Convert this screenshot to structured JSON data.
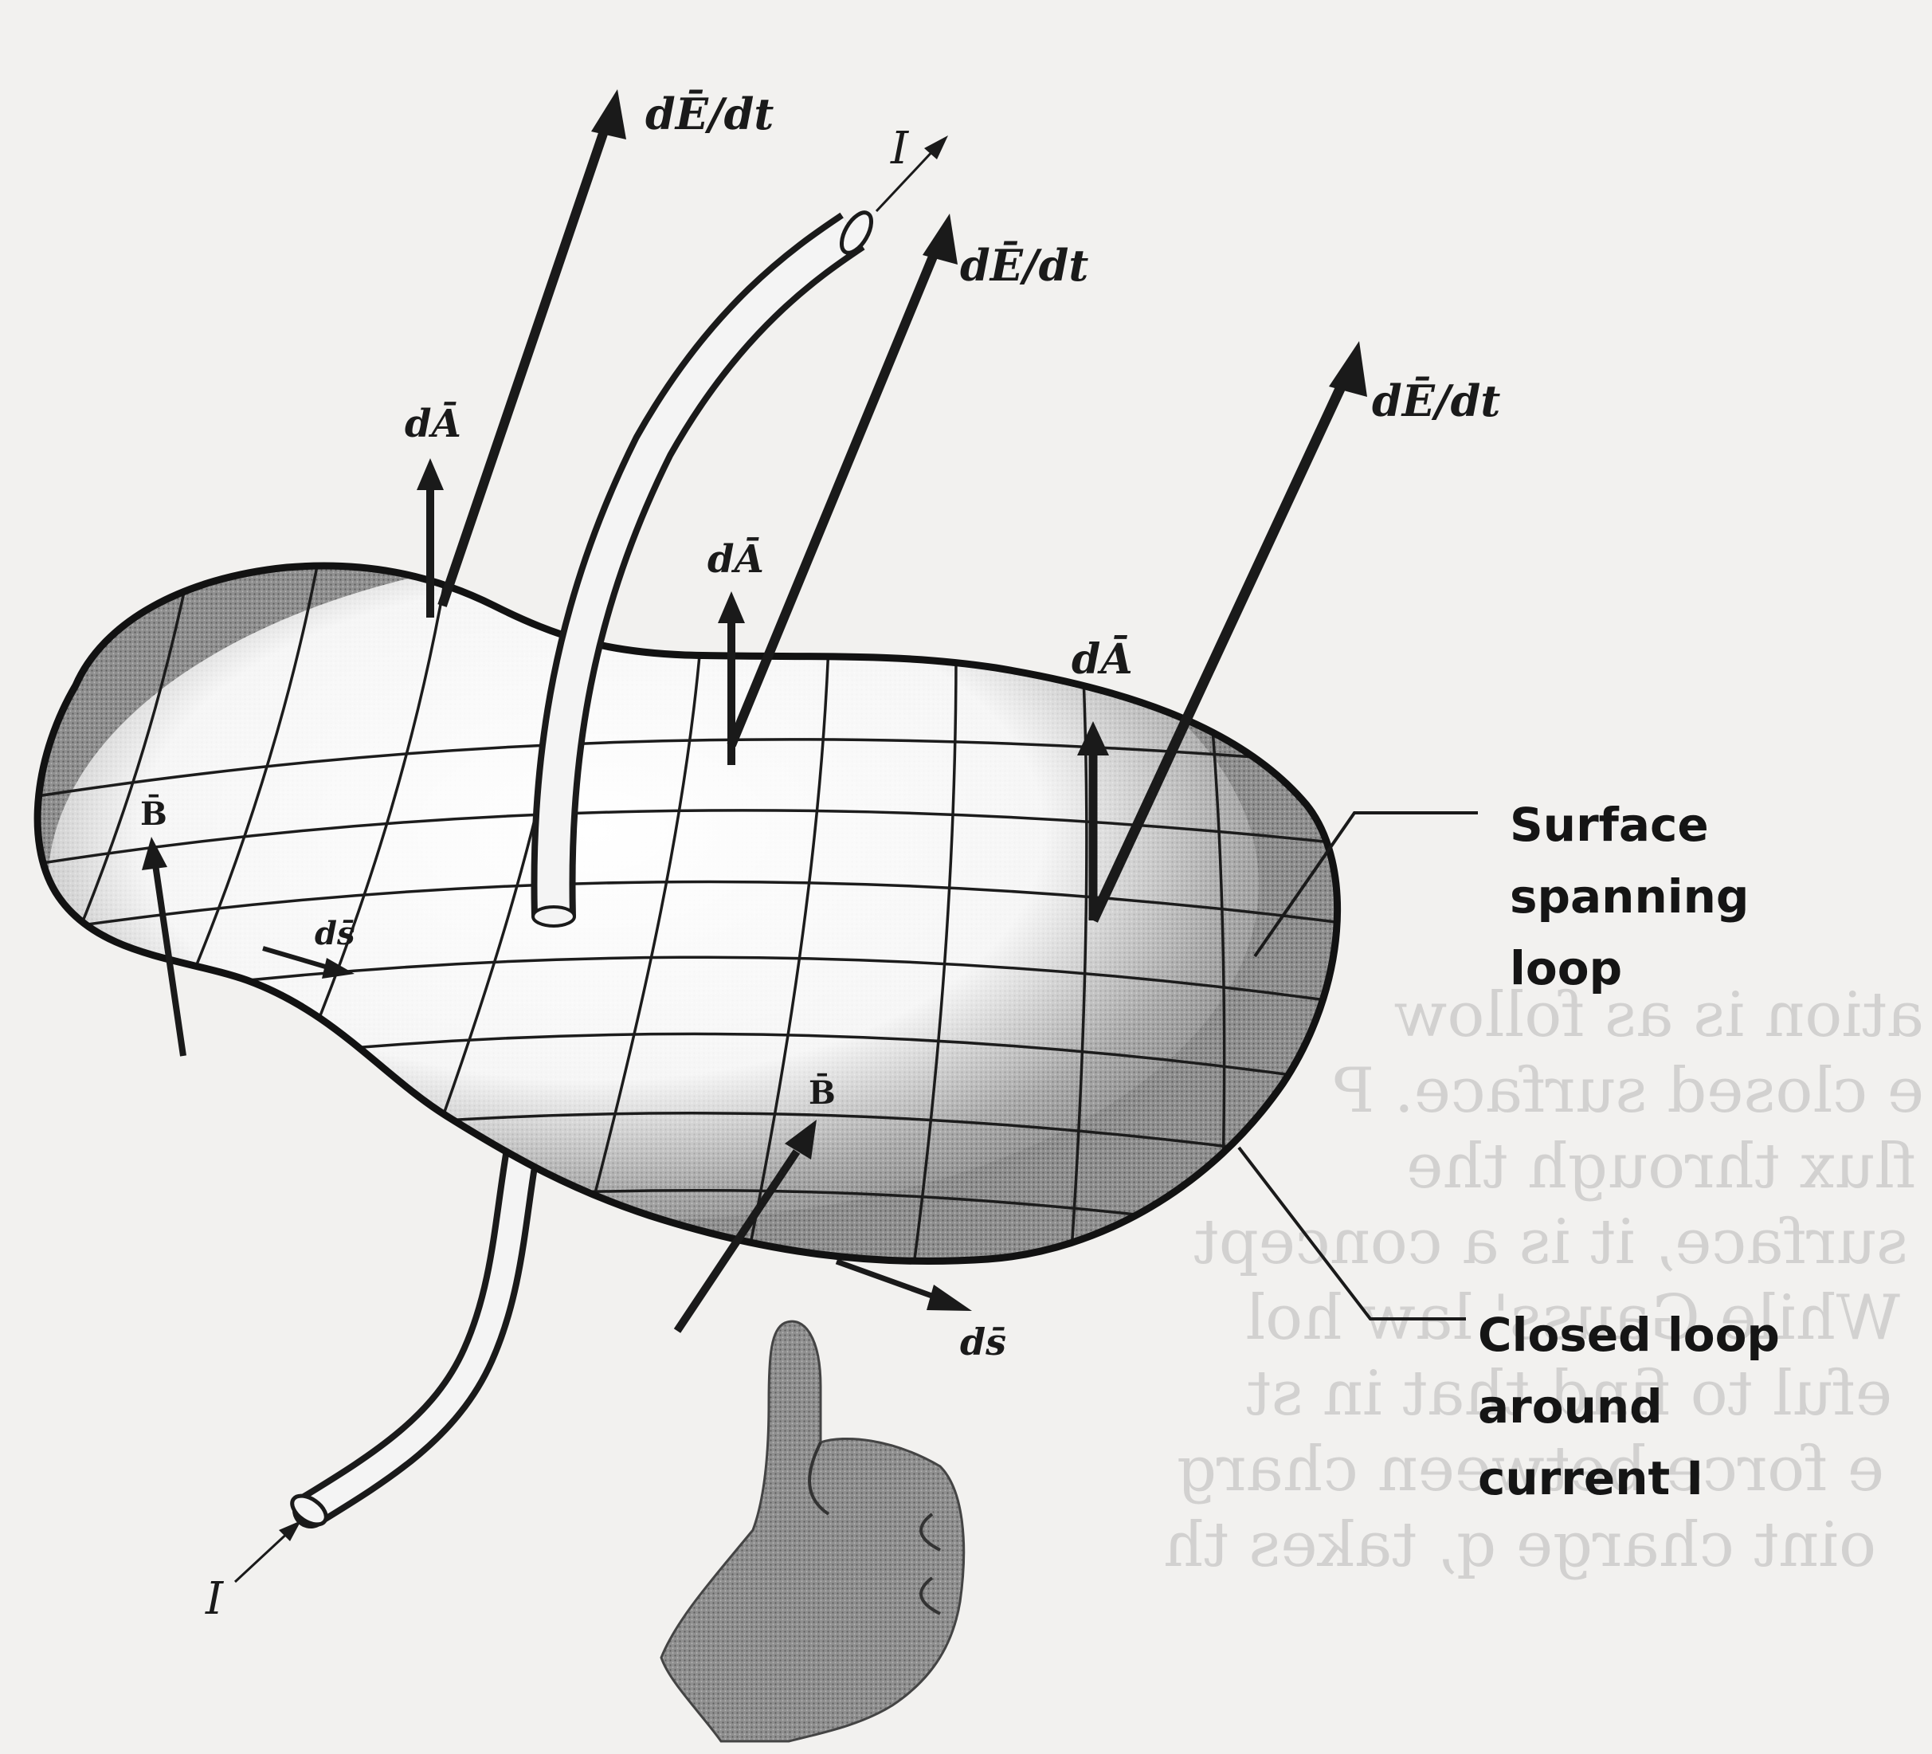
{
  "labels": {
    "dE_dt": "dĒ/dt",
    "dA": "dĀ",
    "B": "B̄",
    "ds": "ds̄",
    "I": "I"
  },
  "callouts": {
    "surface": [
      "Surface",
      "spanning",
      "loop"
    ],
    "loop": [
      "Closed loop",
      "around",
      "current I"
    ]
  },
  "bleed_text": [
    "ation is as follow",
    "e closed surface. P",
    "flux through the",
    "surface, it is a concept",
    "While Gauss' law hol",
    "eful to find that in st",
    "e force between charg",
    "oint charge q, takes th"
  ],
  "colors": {
    "ink": "#1a1a1a",
    "paper": "#f2f1ef",
    "shade": "#8d8d8d",
    "faint": "#b8b8b8"
  }
}
